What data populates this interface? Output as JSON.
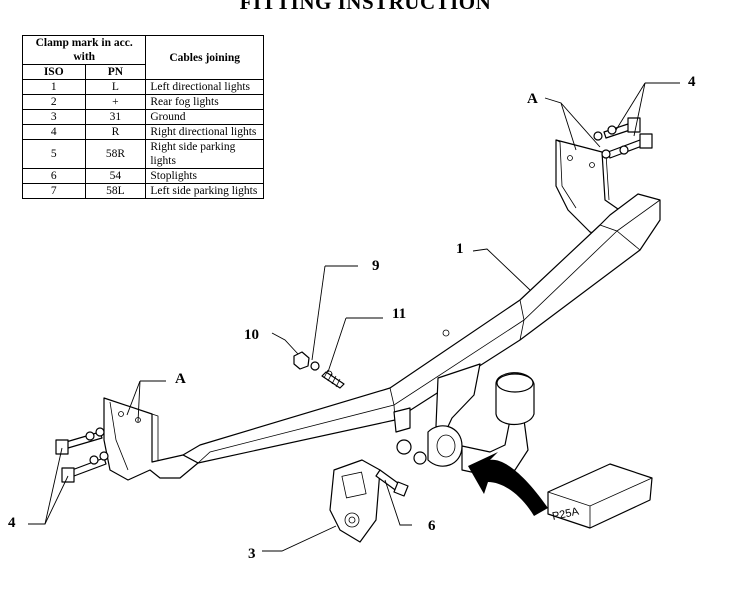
{
  "title": "FITTING INSTRUCTION",
  "table": {
    "header_group": "Clamp mark in acc. with",
    "header_cables": "Cables joining",
    "header_iso": "ISO",
    "header_pn": "PN",
    "rows": [
      {
        "iso": "1",
        "pn": "L",
        "cable": "Left directional lights"
      },
      {
        "iso": "2",
        "pn": "+",
        "cable": "Rear fog lights"
      },
      {
        "iso": "3",
        "pn": "31",
        "cable": "Ground"
      },
      {
        "iso": "4",
        "pn": "R",
        "cable": "Right directional lights"
      },
      {
        "iso": "5",
        "pn": "58R",
        "cable": "Right side parking lights"
      },
      {
        "iso": "6",
        "pn": "54",
        "cable": "Stoplights"
      },
      {
        "iso": "7",
        "pn": "58L",
        "cable": "Left side parking lights"
      }
    ]
  },
  "callouts": {
    "beam": "1",
    "socket_plate": "3",
    "bolts_right": "4",
    "bolts_left": "4",
    "bolt_socket": "6",
    "washer": "9",
    "nut": "10",
    "spring_washer": "11",
    "bracket_right": "A",
    "bracket_left": "A"
  },
  "box_label": "P25A"
}
